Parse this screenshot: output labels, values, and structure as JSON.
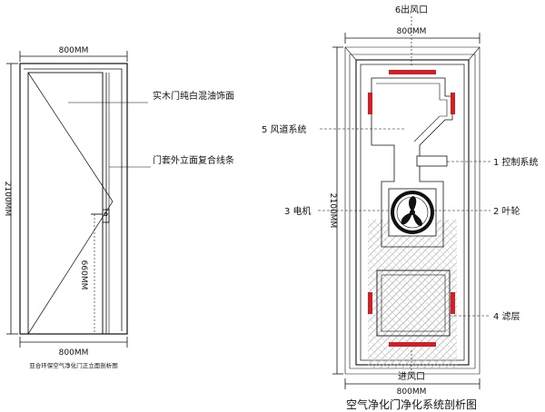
{
  "left_view": {
    "top_width": "800MM",
    "height": "2100MM",
    "handle_height": "660MM",
    "bottom_width": "800MM",
    "label_surface": "实木门纯白混油饰面",
    "label_trim": "门套外立面复合线条",
    "caption": "亚合环保空气净化门正立面剖析图"
  },
  "right_view": {
    "outlet": "6出风口",
    "top_width": "800MM",
    "height": "2100MM",
    "duct": "5 风道系统",
    "control": "1 控制系统",
    "motor": "3 电机",
    "impeller": "2 叶轮",
    "filter": "4 滤层",
    "inlet": "进风口",
    "bottom_width": "800MM",
    "caption": "空气净化门净化系统剖析图"
  },
  "colors": {
    "seal_red": "#d21f26",
    "line": "#111111",
    "hatch": "#bcbcbc"
  }
}
